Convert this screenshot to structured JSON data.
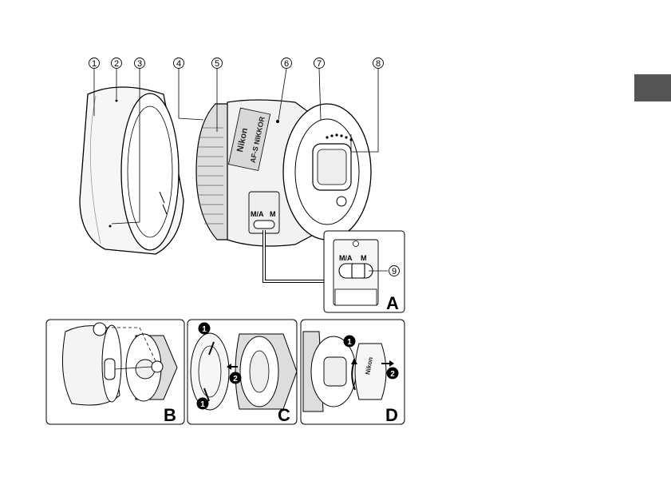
{
  "colors": {
    "ink": "#000000",
    "tab": "#555555",
    "lens_body": "#f2f2f2",
    "shade": "#bdbdbd"
  },
  "callouts": {
    "c1": "1",
    "c2": "2",
    "c3": "3",
    "c4": "4",
    "c5": "5",
    "c6": "6",
    "c7": "7",
    "c8": "8",
    "c9": "9"
  },
  "lens_text": {
    "brand": "Nikon",
    "model": "AF-S NIKKOR"
  },
  "switch": {
    "ma": "M/A",
    "m": "M"
  },
  "panels": {
    "a": "A",
    "b": "B",
    "c": "C",
    "d": "D"
  },
  "steps": {
    "one": "1",
    "two": "2"
  },
  "hood_marks": {
    "dot": "•",
    "line": "|"
  },
  "cap_brand": "Nikon"
}
